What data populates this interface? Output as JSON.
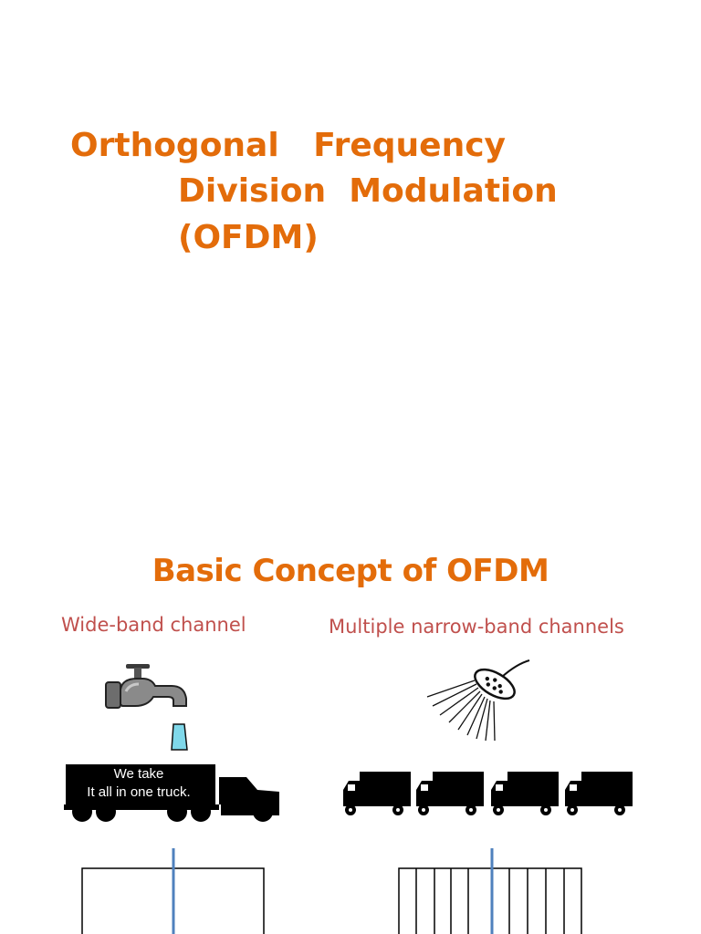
{
  "slide1": {
    "title_line1": "Orthogonal   Frequency",
    "title_line2": "Division  Modulation",
    "title_line3": "(OFDM)"
  },
  "slide2": {
    "heading": "Basic Concept of OFDM",
    "left_label": "Wide-band channel",
    "right_label": "Multiple narrow-band channels",
    "truck_sign_line1": "We take",
    "truck_sign_line2": "It all in one truck."
  },
  "colors": {
    "title": "#E36C0A",
    "label": "#C0504D",
    "water": "#7FD8EA",
    "spectrum_line": "#4F81BD"
  },
  "icons": [
    "faucet-icon",
    "shower-head-icon",
    "truck-icon"
  ]
}
